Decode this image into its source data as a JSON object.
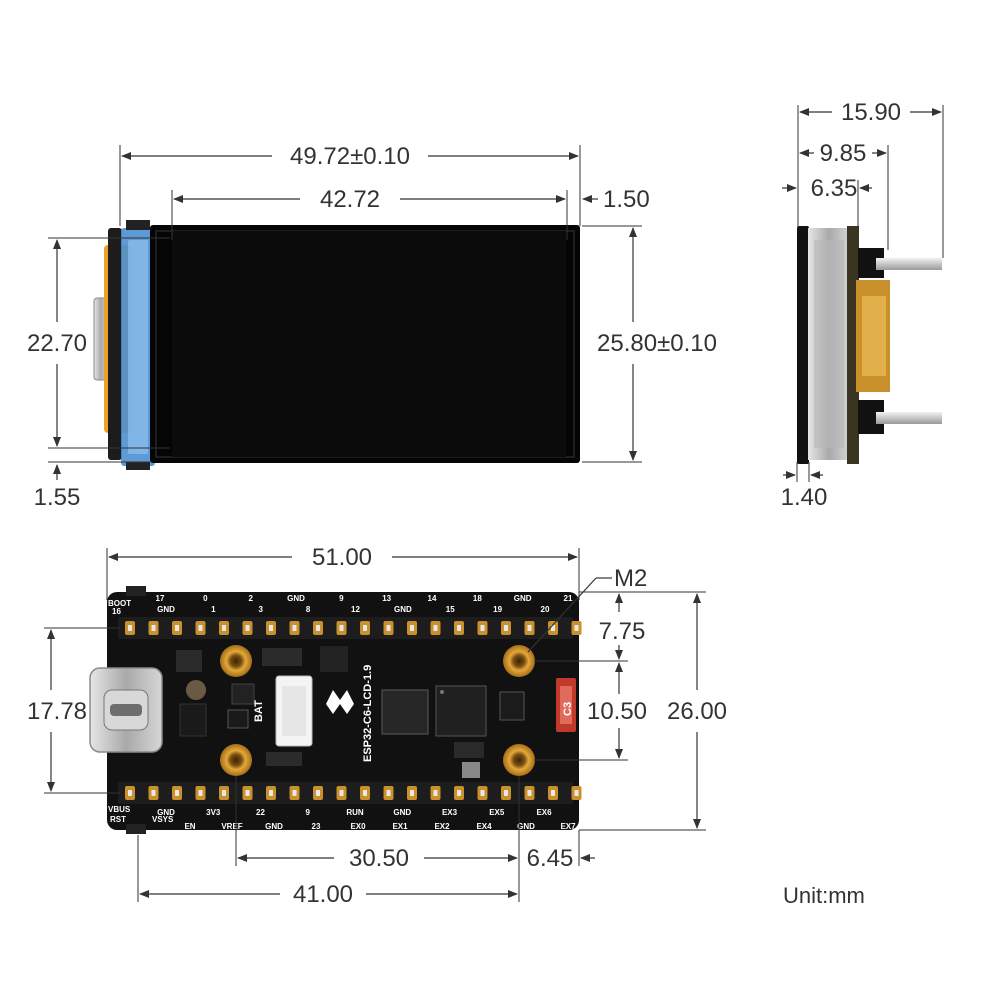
{
  "dimensions": {
    "display_width": "49.72±0.10",
    "screen_width": "42.72",
    "right_bezel": "1.50",
    "screen_height": "22.70",
    "display_height": "25.80±0.10",
    "bottom_offset": "1.55",
    "side_total": "15.90",
    "side_mid": "9.85",
    "side_body": "6.35",
    "side_glass": "1.40",
    "board_width": "51.00",
    "mount_label": "M2",
    "hole_top": "7.75",
    "hole_spacing": "10.50",
    "board_height": "26.00",
    "left_height": "17.78",
    "hole_pitch": "30.50",
    "hole_right": "6.45",
    "pin_span": "41.00"
  },
  "unit_label": "Unit:mm",
  "board": {
    "model": "ESP32-C6-LCD-1.9",
    "c3_label": "C3",
    "top_pins_upper": [
      "17",
      "0",
      "2",
      "GND",
      "9",
      "13",
      "14",
      "18",
      "GND",
      "21"
    ],
    "top_pins_lower": [
      "GND",
      "1",
      "3",
      "8",
      "12",
      "GND",
      "15",
      "19",
      "20"
    ],
    "boot_label": "BOOT",
    "boot_num": "16",
    "bottom_pins_upper": [
      "GND",
      "3V3",
      "22",
      "9",
      "RUN",
      "GND",
      "EX3",
      "EX5",
      "EX6"
    ],
    "bottom_pins_lower": [
      "EN",
      "VREF",
      "GND",
      "23",
      "EX0",
      "EX1",
      "EX2",
      "EX4",
      "GND",
      "EX7"
    ],
    "vbus_label": "VBUS",
    "rst_label": "RST",
    "vsys_label": "VSYS",
    "bat_label": "BAT"
  },
  "colors": {
    "pcb": "#111111",
    "screen": "#050505",
    "frame_blue": "#4d8fd0",
    "frame_orange": "#f0a02a",
    "gold": "#c9902c",
    "metal": "#c8c8c8",
    "highlight_red": "#c0392b"
  }
}
